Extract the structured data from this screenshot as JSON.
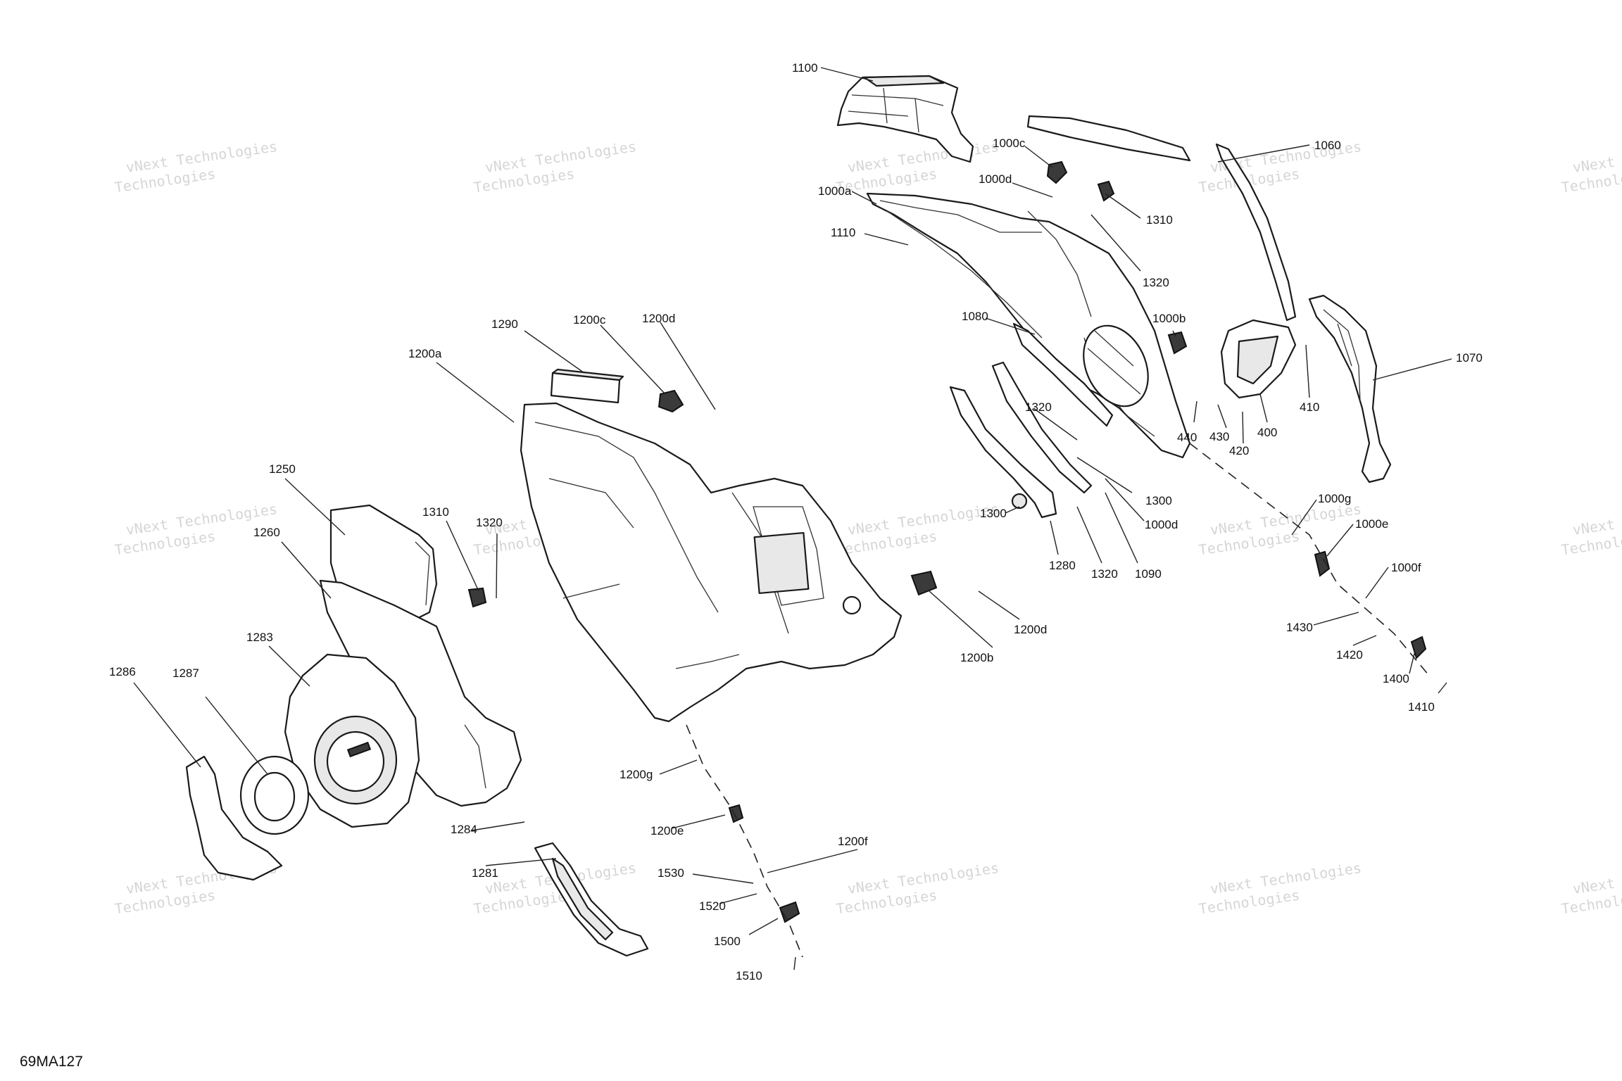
{
  "diagram_code": "69MA127",
  "watermark": {
    "line1": "vNext Technologies",
    "line2": "Technologies"
  },
  "callouts": [
    "1100",
    "1000c",
    "1000d",
    "1000a",
    "1110",
    "1310",
    "1320",
    "1060",
    "1080",
    "1000b",
    "1070",
    "410",
    "400",
    "420",
    "430",
    "440",
    "1320",
    "1300",
    "1300",
    "1000d",
    "1000g",
    "1000e",
    "1000f",
    "1280",
    "1320",
    "1090",
    "1290",
    "1200c",
    "1200d",
    "1200a",
    "1250",
    "1310",
    "1320",
    "1260",
    "1283",
    "1286",
    "1287",
    "1200b",
    "1200d",
    "1430",
    "1420",
    "1400",
    "1410",
    "1200g",
    "1200e",
    "1200f",
    "1284",
    "1281",
    "1530",
    "1520",
    "1500",
    "1510"
  ]
}
